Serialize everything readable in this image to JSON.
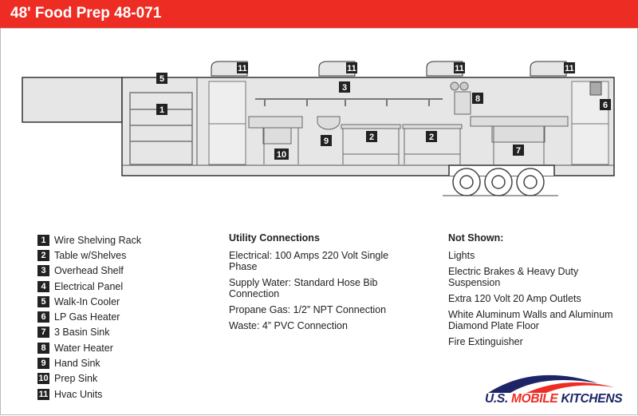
{
  "title": "48' Food Prep 48-071",
  "legend": [
    {
      "n": "1",
      "label": "Wire Shelving Rack"
    },
    {
      "n": "2",
      "label": "Table w/Shelves"
    },
    {
      "n": "3",
      "label": "Overhead Shelf"
    },
    {
      "n": "4",
      "label": "Electrical Panel"
    },
    {
      "n": "5",
      "label": "Walk-In Cooler"
    },
    {
      "n": "6",
      "label": "LP Gas Heater"
    },
    {
      "n": "7",
      "label": "3 Basin Sink"
    },
    {
      "n": "8",
      "label": "Water Heater"
    },
    {
      "n": "9",
      "label": "Hand Sink"
    },
    {
      "n": "10",
      "label": "Prep Sink"
    },
    {
      "n": "11",
      "label": "Hvac Units"
    }
  ],
  "utility": {
    "heading": "Utility Connections",
    "items": [
      "Electrical: 100 Amps 220 Volt Single Phase",
      "Supply Water: Standard Hose Bib Connection",
      "Propane Gas: 1/2” NPT Connection",
      "Waste: 4” PVC Connection"
    ]
  },
  "not_shown": {
    "heading": "Not Shown:",
    "items": [
      "Lights",
      "Electric Brakes & Heavy Duty Suspension",
      "Extra 120 Volt 20 Amp Outlets",
      "White Aluminum Walls and Aluminum Diamond Plate Floor",
      "Fire Extinguisher"
    ]
  },
  "logo": {
    "part1": "U.S. ",
    "part2": "MOBILE",
    "part3": " KITCHENS"
  },
  "diagram_labels": {
    "l1": "1",
    "l2": "2",
    "l3": "3",
    "l5": "5",
    "l6": "6",
    "l7": "7",
    "l8": "8",
    "l9": "9",
    "l10": "10",
    "l11": "11"
  }
}
